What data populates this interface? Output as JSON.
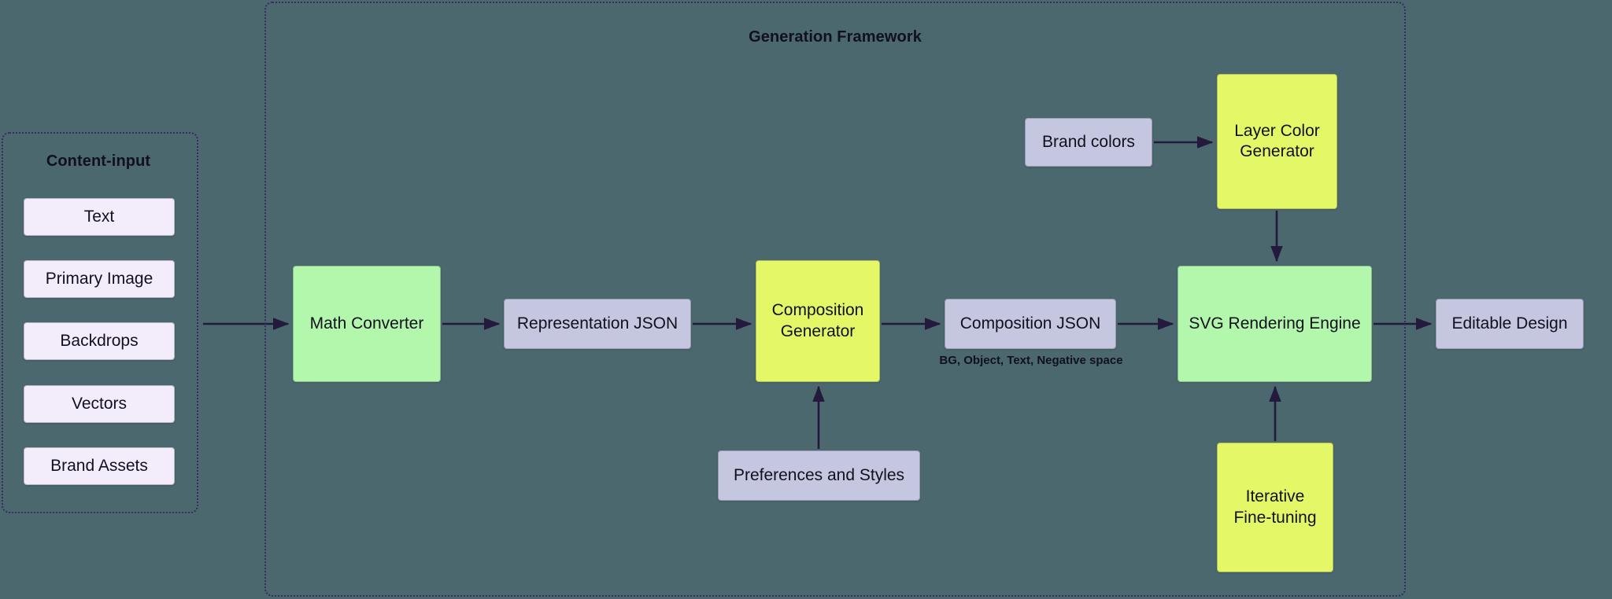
{
  "canvas": {
    "background_color": "#4a686e",
    "accent_border_color": "#3b2a66",
    "node_colors": {
      "lavender": "#c5c6e0",
      "green": "#b2f7ab",
      "yellow": "#e4f766",
      "pale_lilac": "#f2ecfb"
    },
    "connector_color": "#231a3d"
  },
  "content_input": {
    "title": "Content-input",
    "items": [
      {
        "label": "Text"
      },
      {
        "label": "Primary Image"
      },
      {
        "label": "Backdrops"
      },
      {
        "label": "Vectors"
      },
      {
        "label": "Brand Assets"
      }
    ]
  },
  "framework": {
    "title": "Generation Framework",
    "nodes": {
      "math_converter": "Math Converter",
      "representation_json": "Representation JSON",
      "composition_generator": "Composition\nGenerator",
      "composition_json": "Composition JSON",
      "composition_json_caption": "BG, Object, Text, Negative space",
      "svg_rendering_engine": "SVG Rendering Engine",
      "brand_colors": "Brand colors",
      "layer_color_generator": "Layer Color\nGenerator",
      "preferences_and_styles": "Preferences and Styles",
      "iterative_fine_tuning": "Iterative\nFine-tuning"
    }
  },
  "output": {
    "editable_design": "Editable Design"
  }
}
